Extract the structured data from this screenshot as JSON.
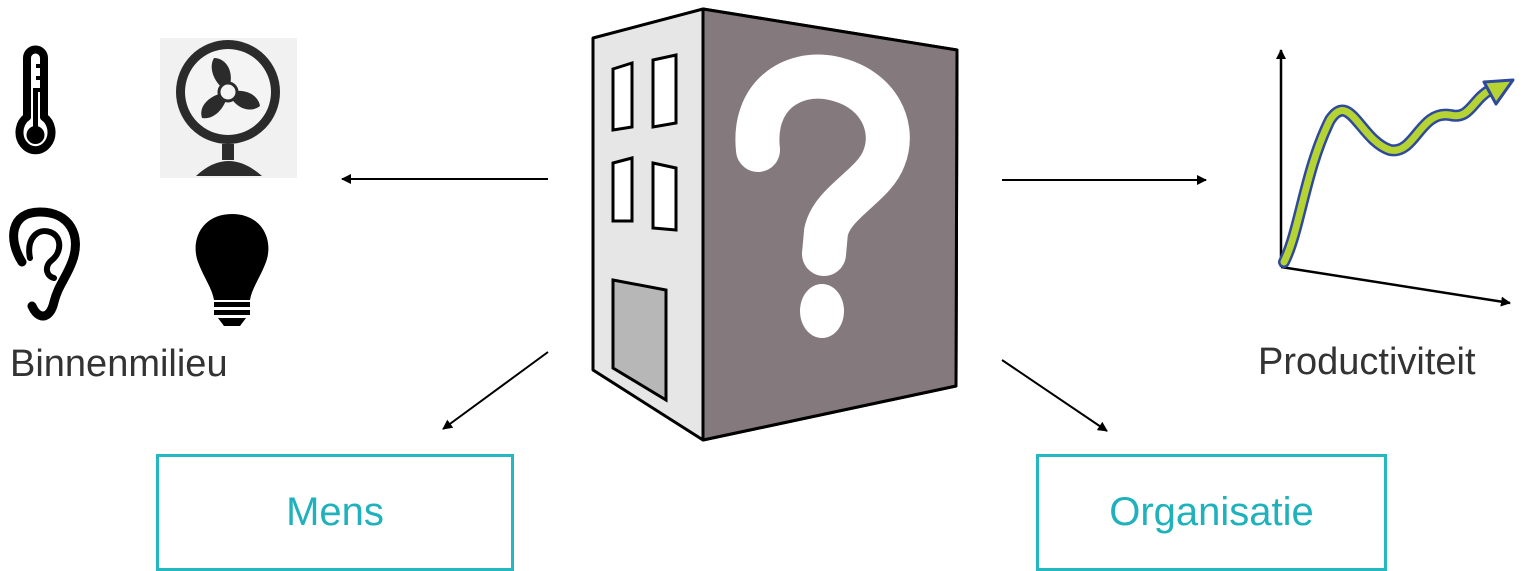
{
  "labels": {
    "environment": "Binnenmilieu",
    "productivity": "Productiviteit",
    "person": "Mens",
    "organisation": "Organisatie"
  },
  "icons": {
    "thermometer": "thermometer-icon",
    "fan": "fan-icon",
    "ear": "ear-icon",
    "bulb": "light-bulb-icon",
    "building": "building-question-icon",
    "chart": "growth-chart-icon"
  },
  "colors": {
    "box_border": "#26b8c1",
    "box_text": "#1fb1bc",
    "building_side": "#847a7d",
    "building_front": "#e6e6e6",
    "curve_fill": "#b6d334",
    "curve_outline": "#2f4a9c"
  }
}
